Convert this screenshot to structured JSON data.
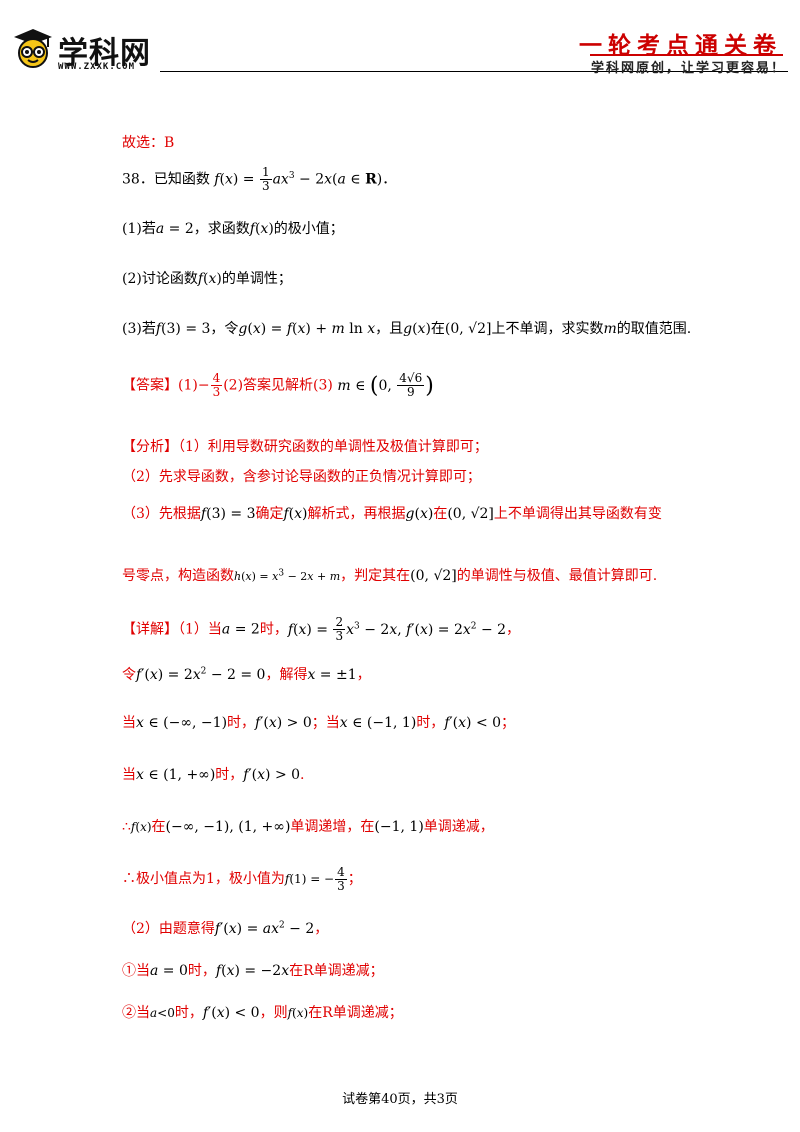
{
  "header": {
    "logo_text": "学科网",
    "logo_url": "WWW.ZXXK.COM",
    "title": "一轮考点通关卷",
    "slogan": "学科网原创，让学习更容易！"
  },
  "prev": {
    "answer_choice": "故选：B"
  },
  "question": {
    "number": "38．",
    "intro": "已知函数",
    "intro_tail": "．",
    "p1_a": "(1)若",
    "p1_b": "，求函数",
    "p1_c": "的极小值；",
    "p2_a": "(2)讨论函数",
    "p2_b": "的单调性；",
    "p3_a": "(3)若",
    "p3_b": "，令",
    "p3_c": "，且",
    "p3_d": "在",
    "p3_e": "上不单调，求实数",
    "p3_f": "的取值范围."
  },
  "answer": {
    "label": "【答案】",
    "p1": "(1)",
    "p2": "(2)答案见解析(3)"
  },
  "analysis": {
    "label": "【分析】",
    "l1": "（1）利用导数研究函数的单调性及极值计算即可；",
    "l2": "（2）先求导函数，含参讨论导函数的正负情况计算即可；",
    "l3_a": "（3）先根据",
    "l3_b": "确定",
    "l3_c": "解析式，再根据",
    "l3_d": "在",
    "l3_e": "上不单调得出其导函数有变",
    "l4_a": "号零点，构造函数",
    "l4_b": "，判定其在",
    "l4_c": "的单调性与极值、最值计算即可."
  },
  "detail": {
    "label": "【详解】",
    "d1_a": "（1）当",
    "d1_b": "时，",
    "d2_a": "令",
    "d2_b": "，解得",
    "d2_c": "，",
    "d3_a": "当",
    "d3_b": "时，",
    "d3_c": "；当",
    "d3_d": "时，",
    "d3_e": "；",
    "d4_a": "当",
    "d4_b": "时，",
    "d4_c": ".",
    "d5_a": "∴",
    "d5_b": "在",
    "d5_c": "单调递增，在",
    "d5_d": "单调递减，",
    "d6_a": "∴极小值点为1，极小值为",
    "d6_b": "；",
    "d7_a": "（2）由题意得",
    "d7_b": "，",
    "d8_a": "①当",
    "d8_b": "时，",
    "d8_c": "在R单调递减；",
    "d9_a": "②当",
    "d9_b": "时，",
    "d9_c": "，则",
    "d9_d": "在R单调递减；"
  },
  "footer": {
    "text": "试卷第40页，共3页"
  }
}
